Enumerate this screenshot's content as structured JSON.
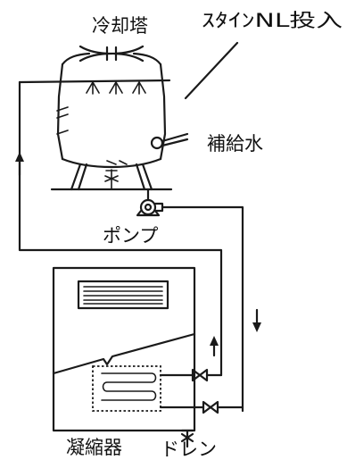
{
  "labels": {
    "cooling_tower": "冷却塔",
    "stainless_nl": "ｽﾀｲﾝNL投入",
    "makeup_water": "補給水",
    "pump": "ポンプ",
    "condenser": "凝縮器",
    "drain": "ドレン"
  }
}
